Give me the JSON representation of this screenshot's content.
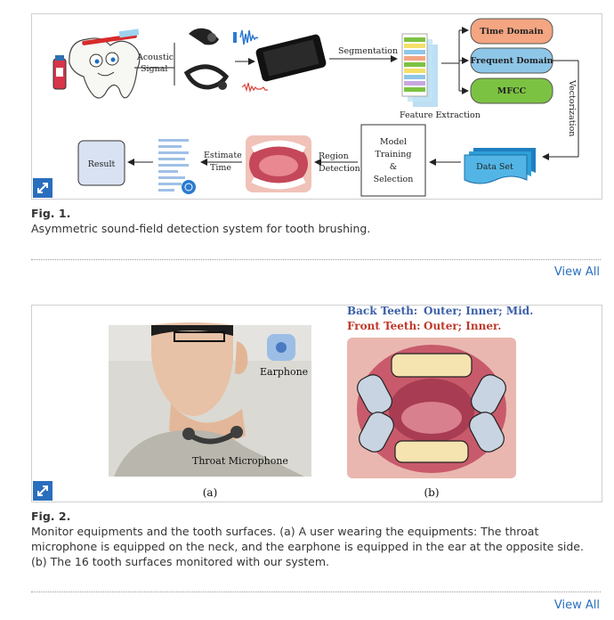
{
  "figure1": {
    "labels": {
      "acoustic_signal_1": "Acoustic",
      "acoustic_signal_2": "Signal",
      "segmentation": "Segmentation",
      "time_domain": "Time Domain",
      "frequent_domain": "Frequent Domain",
      "mfcc": "MFCC",
      "feature_extraction": "Feature Extraction",
      "vectorization": "Vectorization",
      "data_set": "Data Set",
      "model_1": "Model",
      "model_2": "Training",
      "model_3": "&",
      "model_4": "Selection",
      "region_1": "Region",
      "region_2": "Detection",
      "estimate_1": "Estimate",
      "estimate_2": "Time",
      "result": "Result"
    },
    "fig_label": "Fig. 1.",
    "caption": "Asymmetric sound-field detection system for tooth brushing.",
    "view_all": "View All"
  },
  "figure2": {
    "labels": {
      "earphone": "Earphone",
      "throat_microphone": "Throat Microphone",
      "panel_a": "(a)",
      "panel_b": "(b)",
      "back_teeth_head": "Back Teeth:",
      "back_teeth_vals": "Outer; Inner; Mid.",
      "front_teeth_head": "Front Teeth:",
      "front_teeth_vals": "Outer; Inner."
    },
    "fig_label": "Fig. 2.",
    "caption": "Monitor equipments and the tooth surfaces. (a) A user wearing the equipments: The throat microphone is equipped on the neck, and the earphone is equipped in the ear at the opposite side. (b) The 16 tooth surfaces monitored with our system.",
    "view_all": "View All"
  },
  "colors": {
    "link": "#2a6ebd",
    "time_domain": "#f4a582",
    "frequent_domain": "#8ec6e8",
    "mfcc": "#7cc242",
    "data_set": "#2e9fd8",
    "back_teeth": "#3a5fa8",
    "front_teeth": "#c0392b"
  }
}
